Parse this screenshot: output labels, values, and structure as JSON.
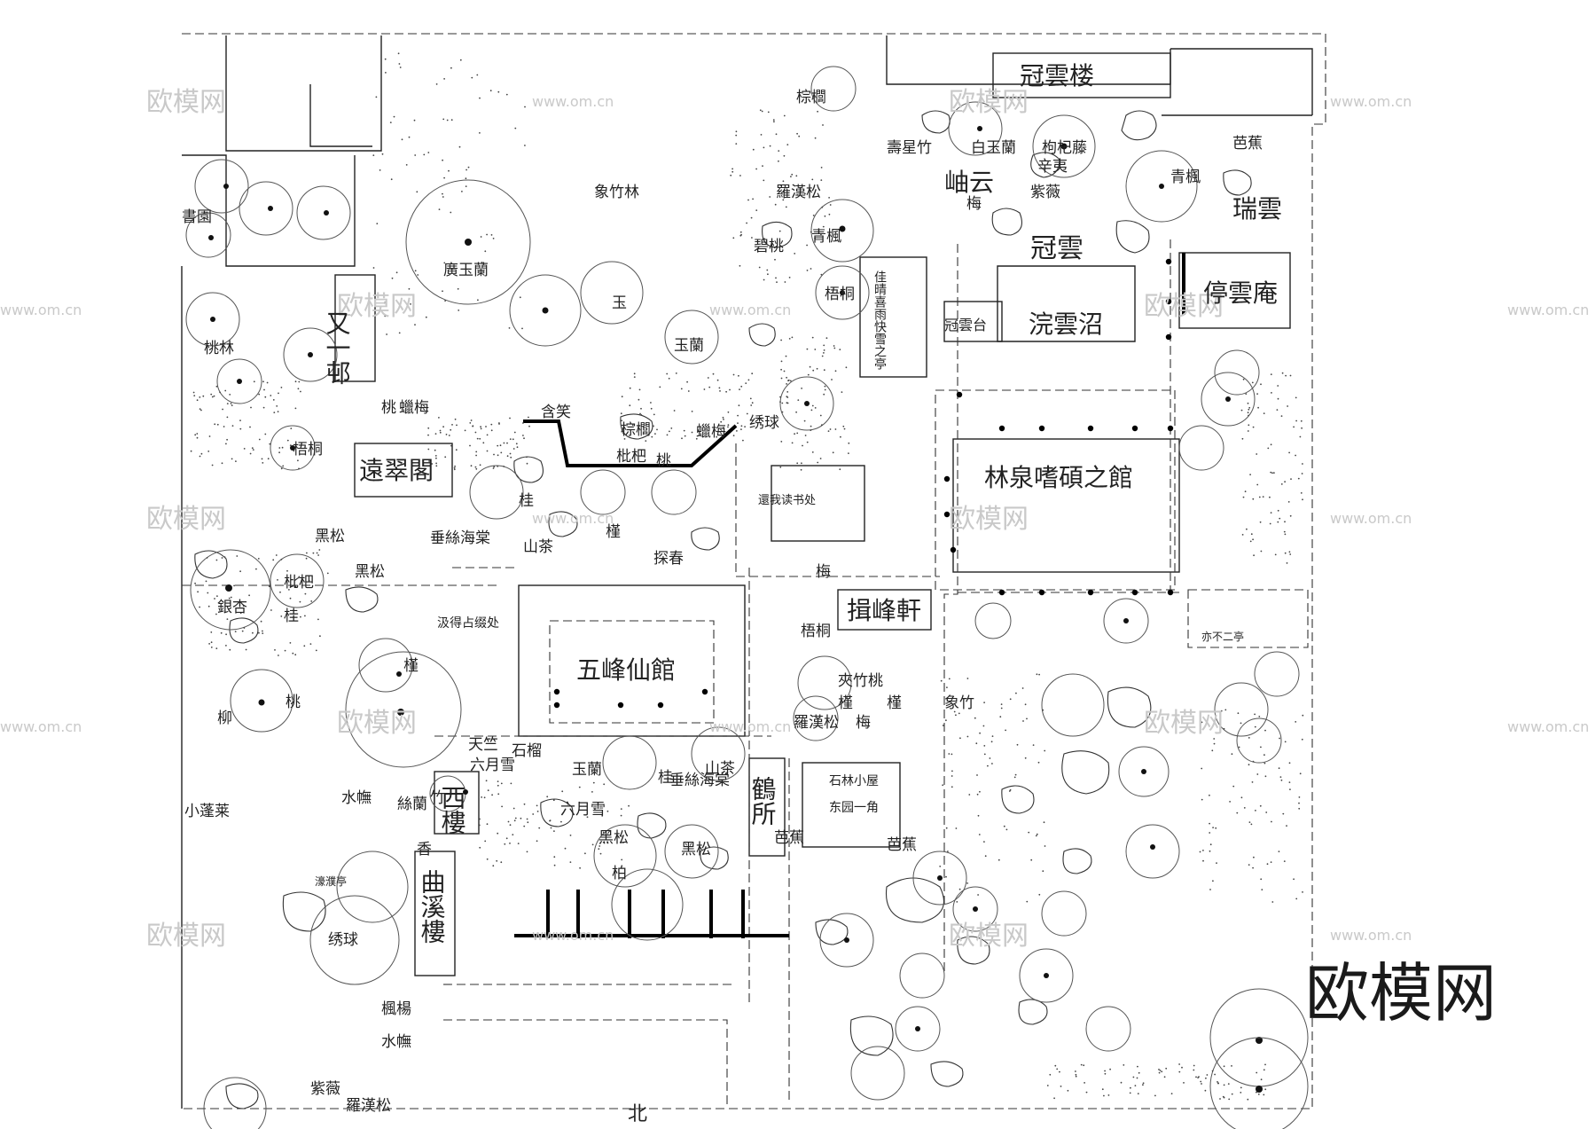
{
  "buildings": [
    {
      "id": "guanyun-lou",
      "text": "冠雲楼"
    },
    {
      "id": "xiuyun",
      "text": "岫云"
    },
    {
      "id": "guanyun",
      "text": "冠雲"
    },
    {
      "id": "ruiyun",
      "text": "瑞雲"
    },
    {
      "id": "tingyun-an",
      "text": "停雲庵"
    },
    {
      "id": "huanyun-zhao",
      "text": "浣雲沼"
    },
    {
      "id": "guanyun-tai",
      "text": "冠雲台"
    },
    {
      "id": "linquan-guan",
      "text": "林泉嗜碩之館"
    },
    {
      "id": "wufeng-xianguan",
      "text": "五峰仙館"
    },
    {
      "id": "yuancui-ge",
      "text": "遠翠閣"
    },
    {
      "id": "youlang",
      "text": "又一邨"
    },
    {
      "id": "jifeng-xuan",
      "text": "揖峰軒"
    },
    {
      "id": "hesuo",
      "text": "鶴所"
    },
    {
      "id": "xilou",
      "text": "西樓"
    },
    {
      "id": "quxi-lou",
      "text": "曲溪樓"
    },
    {
      "id": "huanwo-dushu",
      "text": "還我读书处"
    },
    {
      "id": "jide-zhanjing",
      "text": "汲得占缀处"
    },
    {
      "id": "jiayun-ting",
      "text": "佳晴喜雨快雪之亭"
    },
    {
      "id": "yibuer-ting",
      "text": "亦不二亭"
    },
    {
      "id": "shilin-xiaowu",
      "text": "石林小屋"
    },
    {
      "id": "dongyuan-yijiao",
      "text": "东园一角"
    },
    {
      "id": "haopu-ting",
      "text": "濠濮亭"
    }
  ],
  "plants": [
    "棕櫚",
    "象竹林",
    "廣玉蘭",
    "玉蘭",
    "玉",
    "碧桃",
    "羅漢松",
    "青楓",
    "梧桐",
    "壽星竹",
    "白玉蘭",
    "辛夷",
    "枸杞藤",
    "紫薇",
    "梅",
    "青楓",
    "芭蕉",
    "桃林",
    "梧桐",
    "桃",
    "蠟梅",
    "含笑",
    "棕櫚",
    "枇杷",
    "蠟梅",
    "桃",
    "绣球",
    "桂",
    "山茶",
    "槿",
    "探春",
    "垂絲海棠",
    "黑松",
    "銀杏",
    "枇杷",
    "桂",
    "槿",
    "桃",
    "柳",
    "黑松",
    "羅漢松",
    "梧桐",
    "夾竹桃",
    "槿",
    "槿",
    "梅",
    "象竹",
    "天竺",
    "石榴",
    "六月雪",
    "玉蘭",
    "山茶",
    "垂絲海棠",
    "桂",
    "六月雪",
    "黑松",
    "黑松",
    "柏",
    "芭蕉",
    "芭蕉",
    "絲蘭",
    "竹",
    "香",
    "水幠",
    "小蓬莱",
    "绣球",
    "楓楊",
    "水幠",
    "紫薇",
    "羅漢松",
    "書園",
    "梅"
  ],
  "north_label": "北",
  "watermark_text": "欧模网",
  "watermark_url": "www.om.cn",
  "brand_text": "欧模网"
}
